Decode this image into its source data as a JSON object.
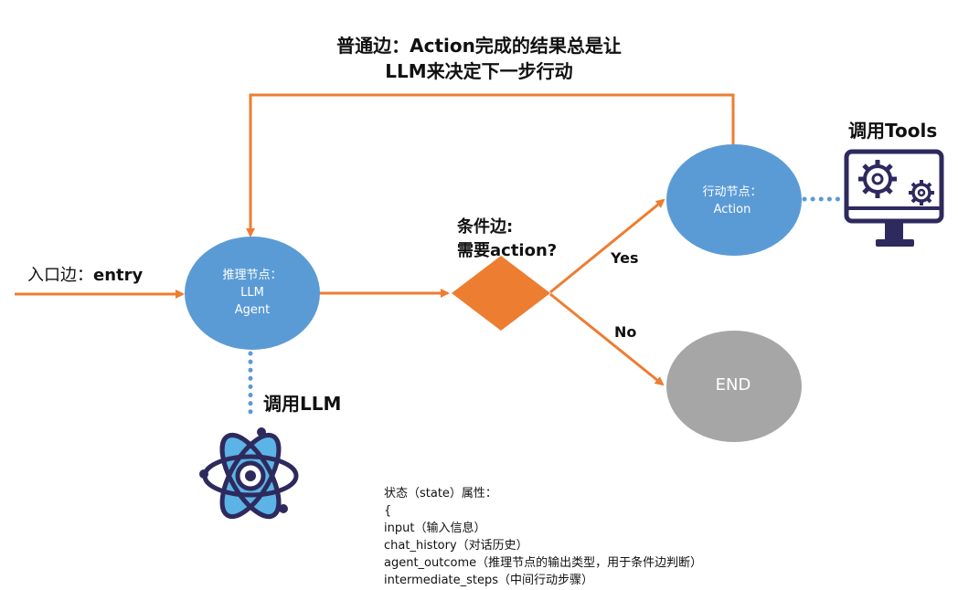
{
  "top_edge_note": {
    "line1": "普通边：Action完成的结果总是让",
    "line2": "LLM来决定下一步行动"
  },
  "entry_edge": {
    "prefix": "入口边：",
    "value": "entry"
  },
  "agent_node": {
    "line1": "推理节点：",
    "line2": "LLM",
    "line3": "Agent",
    "color": "#5b9bd5"
  },
  "condition": {
    "line1": "条件边:",
    "line2": "需要action?",
    "color": "#ed7d31"
  },
  "yes_label": "Yes",
  "no_label": "No",
  "action_node": {
    "line1": "行动节点：",
    "line2": "Action",
    "color": "#5b9bd5"
  },
  "end_node": {
    "label": "END",
    "color": "#a6a6a6"
  },
  "tools_call": {
    "label": "调用Tools",
    "icon": "computer-gears-icon"
  },
  "llm_call": {
    "label": "调用LLM",
    "icon": "atom-icon"
  },
  "state": {
    "title": "状态（state）属性：",
    "open_brace": "{",
    "fields": [
      "input（输入信息）",
      "chat_history（对话历史）",
      "agent_outcome（推理节点的输出类型，用于条件边判断）",
      "intermediate_steps（中间行动步骤）"
    ]
  },
  "colors": {
    "edge": "#ed7d31",
    "dotted": "#5b9bd5",
    "icon_dark": "#2e2a5e",
    "atom_fill": "#5bb4e5"
  }
}
